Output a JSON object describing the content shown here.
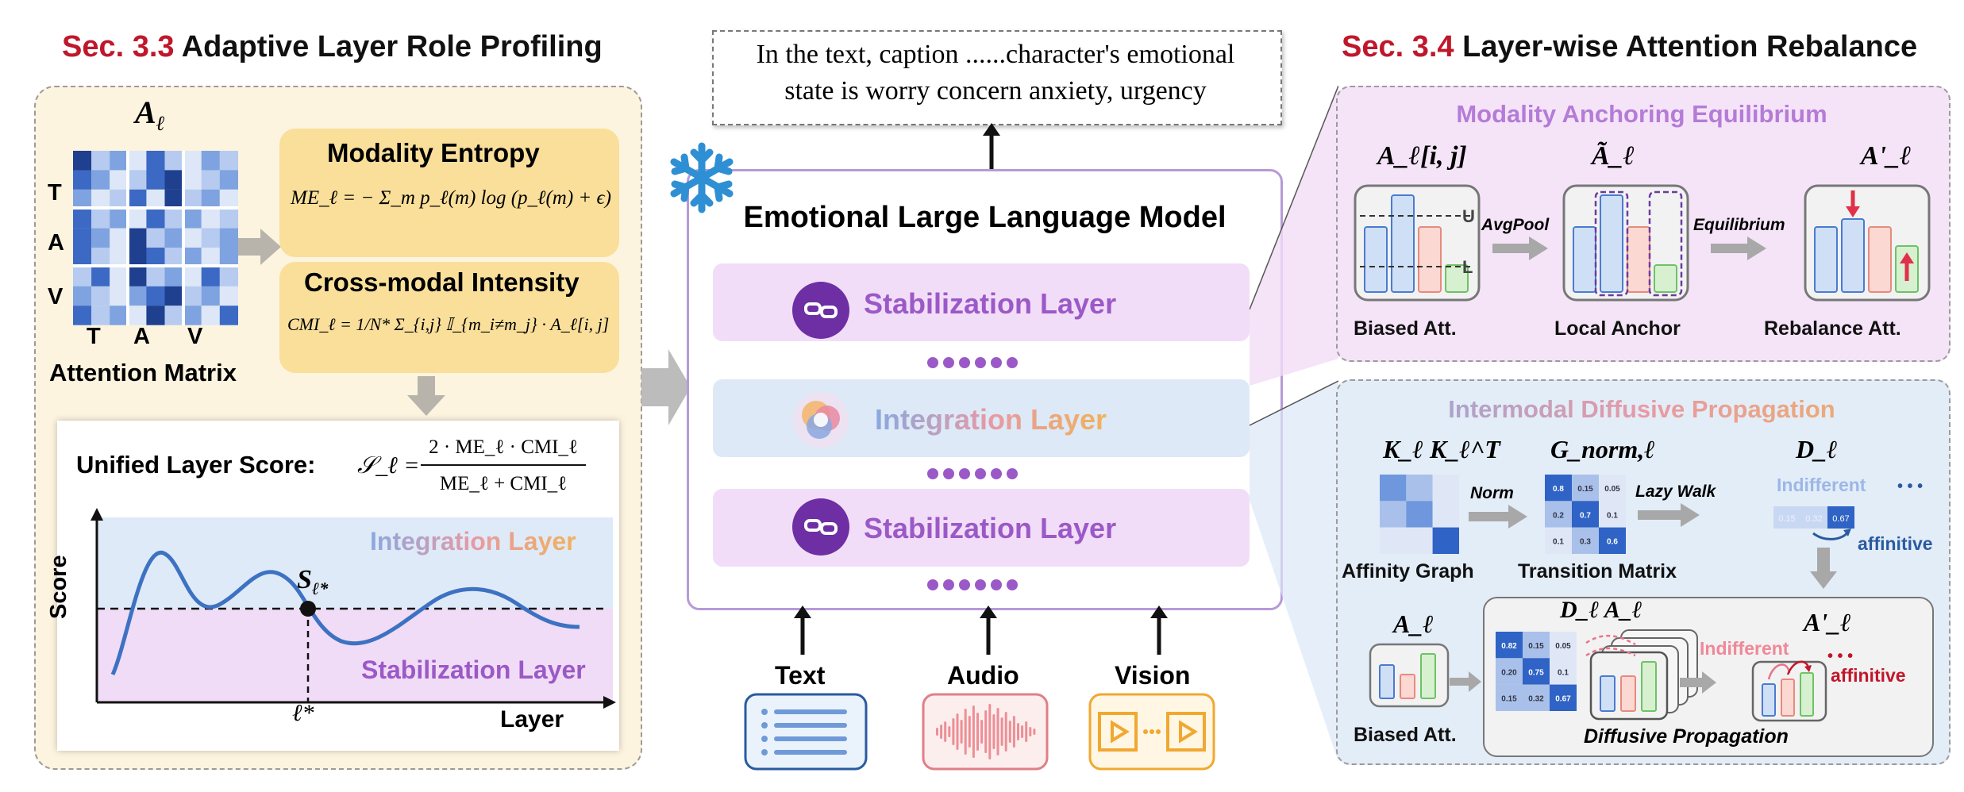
{
  "left": {
    "section_num": "Sec. 3.3",
    "section_title": "Adaptive Layer Role Profiling",
    "matrix_symbol": "A",
    "matrix_sub": "ℓ",
    "row_labels": [
      "T",
      "A",
      "V"
    ],
    "col_labels": [
      "T",
      "A",
      "V"
    ],
    "matrix_caption": "Attention Matrix",
    "entropy_title": "Modality Entropy",
    "entropy_formula": "ME_ℓ = − Σ_m p_ℓ(m) log (p_ℓ(m) + ϵ)",
    "intensity_title": "Cross-modal Intensity",
    "intensity_formula": "CMI_ℓ = 1/N* Σ_{i,j} 𝕀_{m_i≠m_j} · A_ℓ[i, j]",
    "score_label": "Unified Layer Score:",
    "score_formula_lhs": "𝒮_ℓ =",
    "score_formula_num": "2 · ME_ℓ · CMI_ℓ",
    "score_formula_den": "ME_ℓ + CMI_ℓ",
    "chart_integration": "Integration Layer",
    "chart_stabilization": "Stabilization Layer",
    "point_label": "S",
    "point_sub": "ℓ*",
    "x_tick": "ℓ*",
    "ylabel": "Score",
    "xlabel": "Layer"
  },
  "center": {
    "output_text_line1": "In the text, caption ......character's emotional",
    "output_text_line2": "state is worry concern anxiety, urgency",
    "model_title": "Emotional Large Language Model",
    "layer1": "Stabilization Layer",
    "layer2": "Integration Layer",
    "layer3": "Stabilization Layer",
    "input_text": "Text",
    "input_audio": "Audio",
    "input_vision": "Vision"
  },
  "right_top": {
    "section_num": "Sec. 3.4",
    "section_title": "Layer-wise Attention Rebalance",
    "panel_title": "Modality Anchoring Equilibrium",
    "card1_title": "A_ℓ[i, j]",
    "card2_title": "Ã_ℓ",
    "card3_title": "A'_ℓ",
    "u_label": "U",
    "l_label": "L",
    "arrow1": "AvgPool",
    "arrow2": "Equilibrium",
    "caption1": "Biased Att.",
    "caption2": "Local Anchor",
    "caption3": "Rebalance Att."
  },
  "right_bottom": {
    "panel_title": "Intermodal Diffusive Propagation",
    "kk_title": "K_ℓ K_ℓ^T",
    "g_title": "G_norm,ℓ",
    "d_title": "D_ℓ",
    "arrow_norm": "Norm",
    "arrow_lazy": "Lazy Walk",
    "indifferent": "Indifferent",
    "affinitive": "affinitive",
    "ellipsis": "• • •",
    "caption_affinity": "Affinity Graph",
    "caption_transition": "Transition Matrix",
    "transition_values": [
      "0.8",
      "0.15",
      "0.05",
      "0.2",
      "0.7",
      "0.1",
      "0.1",
      "0.3",
      "0.6"
    ],
    "d_values": [
      "0.15",
      "0.32",
      "0.67"
    ],
    "a_title": "A_ℓ",
    "da_title": "D_ℓ A_ℓ",
    "a_prime_title": "A'_ℓ",
    "da_values": [
      "0.82",
      "0.15",
      "0.05",
      "0.20",
      "0.75",
      "0.1",
      "0.15",
      "0.32",
      "0.67"
    ],
    "indifferent2": "Indifferent",
    "affinitive2": "affinitive",
    "caption_biased": "Biased Att.",
    "caption_diffusive": "Diffusive Propagation"
  },
  "colors": {
    "accent_red": "#c0172b",
    "purple": "#9b59c7",
    "integration_blue": "#7fa4dc",
    "panel_yellow": "#fdf4e0",
    "panel_pink": "#f5e4f8",
    "panel_blue": "#e3edf8"
  }
}
